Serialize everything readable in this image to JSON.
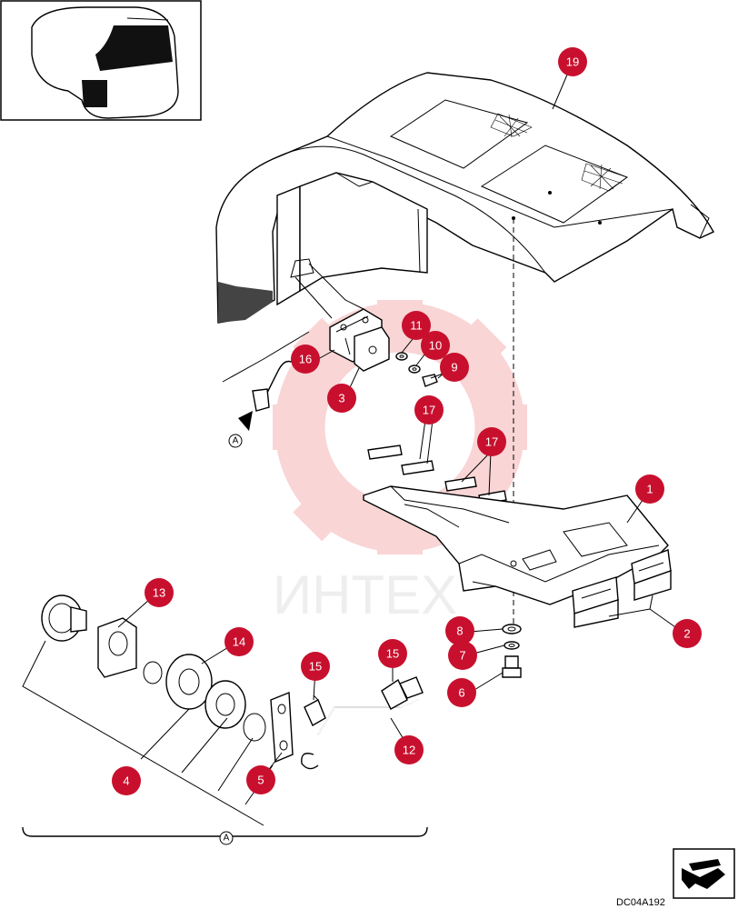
{
  "diagram": {
    "drawing_code": "DC04A192",
    "detail_marker": "A",
    "watermark": "ИНТЕХ",
    "callout_color": "#c8102e",
    "callouts": [
      "19",
      "16",
      "11",
      "10",
      "9",
      "3",
      "17",
      "17",
      "1",
      "2",
      "8",
      "7",
      "6",
      "13",
      "14",
      "15",
      "15",
      "12",
      "5",
      "4"
    ]
  },
  "icons": {
    "thumbnail": "canopy-overview-thumbnail",
    "nav_arrow": "next-page-arrow-icon",
    "view_arrow": "view-direction-arrow-icon"
  }
}
